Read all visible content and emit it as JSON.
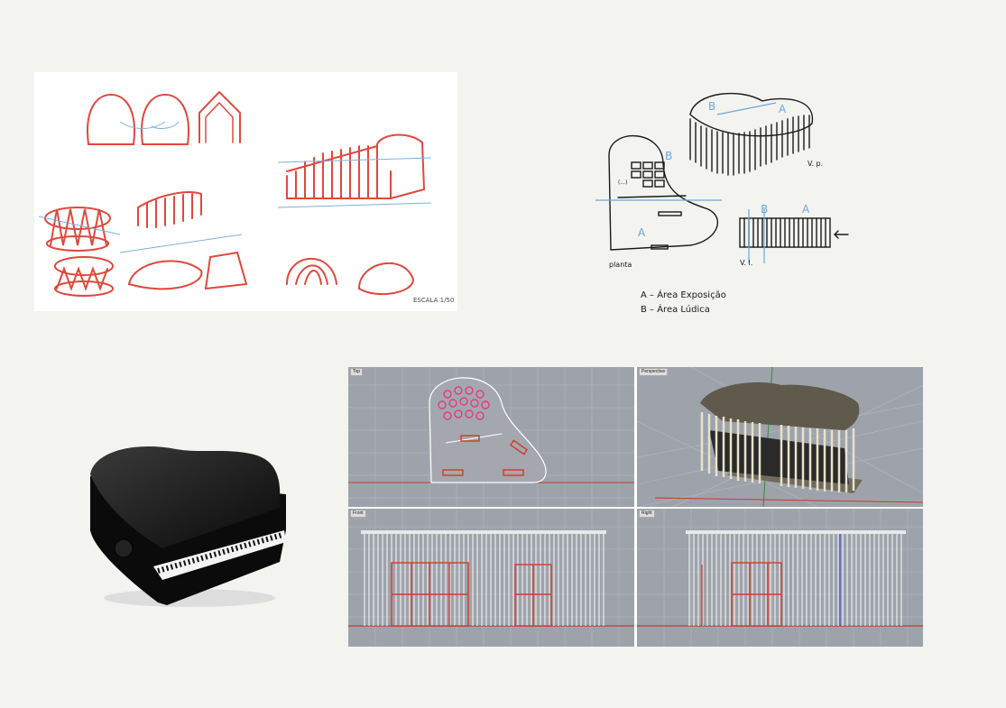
{
  "sketch_left": {
    "scale_label": "ESCALA 1/50"
  },
  "sketch_right": {
    "label_a_top": "A",
    "label_b_top": "B",
    "label_vp": "V. p.",
    "label_a_plan": "A",
    "label_b_plan": "B",
    "label_ellipsis": "(...)",
    "label_planta": "planta",
    "label_vl": "V. l.",
    "label_b_elev": "B",
    "label_a_elev": "A",
    "legend_line1": "A – Área Exposição",
    "legend_line2": "B – Área Lúdica"
  },
  "cad": {
    "viewports": [
      {
        "label": "Top"
      },
      {
        "label": "Perspective"
      },
      {
        "label": "Front"
      },
      {
        "label": "Right"
      }
    ]
  },
  "colors": {
    "background": "#f3f4f0",
    "sketch_red": "#e0483c",
    "sketch_blue": "#7fb0d8",
    "viewport_grey": "#9ea3ab",
    "cad_red": "#d23a2a"
  }
}
